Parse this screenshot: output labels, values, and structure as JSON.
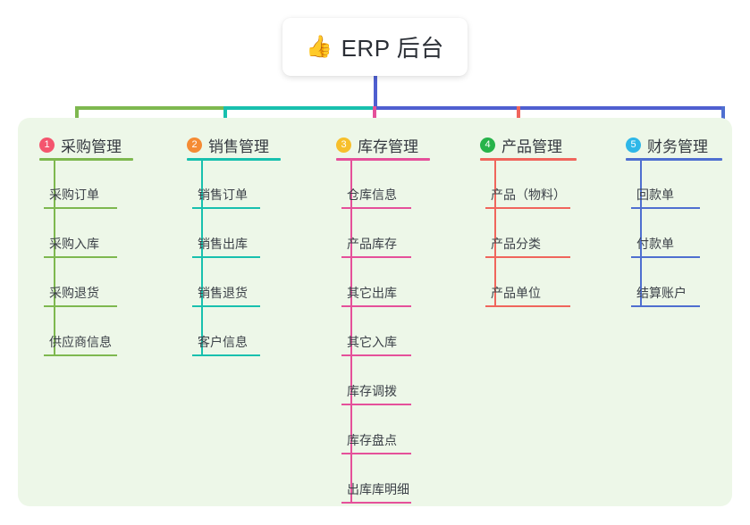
{
  "root": {
    "emoji": "👍",
    "label": "ERP 后台"
  },
  "colors": {
    "panel_bg": "#edf7e8",
    "root_bg": "#ffffff",
    "text": "#34383f",
    "branch_purchase": "#7eb84f",
    "branch_sales": "#18c0ae",
    "branch_inventory": "#e5509a",
    "branch_product": "#f0655c",
    "branch_finance": "#4f6fd0",
    "bar_left": "#7eb84f",
    "bar_mid": "#18c0ae",
    "bar_right": "#4f5fd0",
    "root_stem": "#4f5fd0",
    "badge_1": "#f4556e",
    "badge_2": "#f58b34",
    "badge_3": "#f7bf2b",
    "badge_4": "#27b34a",
    "badge_5": "#2eb7e8"
  },
  "columns": [
    {
      "index": "1",
      "badge": "1",
      "badge_color": "#f4556e",
      "line_color": "#7eb84f",
      "title": "采购管理",
      "items": [
        {
          "label": "采购订单"
        },
        {
          "label": "采购入库"
        },
        {
          "label": "采购退货"
        },
        {
          "label": "供应商信息"
        }
      ]
    },
    {
      "index": "2",
      "badge": "2",
      "badge_color": "#f58b34",
      "line_color": "#18c0ae",
      "title": "销售管理",
      "items": [
        {
          "label": "销售订单"
        },
        {
          "label": "销售出库"
        },
        {
          "label": "销售退货"
        },
        {
          "label": "客户信息"
        }
      ]
    },
    {
      "index": "3",
      "badge": "3",
      "badge_color": "#f7bf2b",
      "line_color": "#e5509a",
      "title": "库存管理",
      "items": [
        {
          "label": "仓库信息"
        },
        {
          "label": "产品库存"
        },
        {
          "label": "其它出库"
        },
        {
          "label": "其它入库"
        },
        {
          "label": "库存调拨"
        },
        {
          "label": "库存盘点"
        },
        {
          "label": "出库库明细"
        }
      ]
    },
    {
      "index": "4",
      "badge": "4",
      "badge_color": "#27b34a",
      "line_color": "#f0655c",
      "title": "产品管理",
      "items": [
        {
          "label": "产品（物料）"
        },
        {
          "label": "产品分类"
        },
        {
          "label": "产品单位"
        }
      ]
    },
    {
      "index": "5",
      "badge": "5",
      "badge_color": "#2eb7e8",
      "line_color": "#4f6fd0",
      "title": "财务管理",
      "items": [
        {
          "label": "回款单"
        },
        {
          "label": "付款单"
        },
        {
          "label": "结算账户"
        }
      ]
    }
  ]
}
